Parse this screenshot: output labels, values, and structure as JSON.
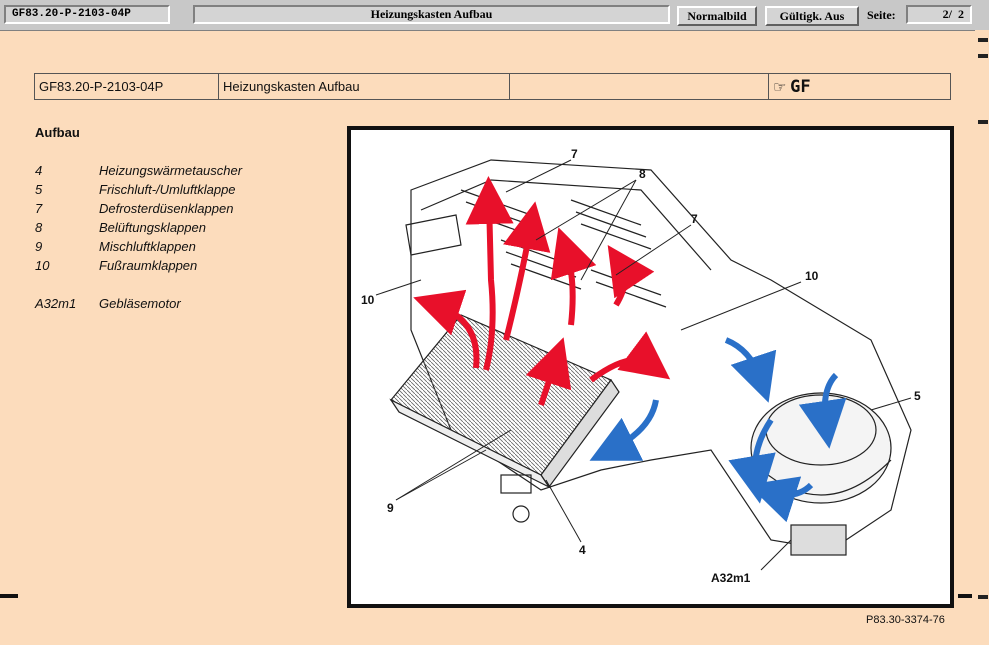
{
  "toolbar": {
    "doc_id": "GF83.20-P-2103-04P",
    "title": "Heizungskasten Aufbau",
    "btn_normal": "Normalbild",
    "btn_valid": "Gültigk. Aus",
    "page_label": "Seite:",
    "page_value": "2/  2"
  },
  "header": {
    "doc_id": "GF83.20-P-2103-04P",
    "title": "Heizungskasten Aufbau",
    "empty": "",
    "gf_label": "GF"
  },
  "section_title": "Aufbau",
  "legend": [
    {
      "num": "4",
      "text": "Heizungswärmetauscher"
    },
    {
      "num": "5",
      "text": "Frischluft-/Umluftklappe"
    },
    {
      "num": "7",
      "text": "Defrosterdüsenklappen"
    },
    {
      "num": "8",
      "text": "Belüftungsklappen"
    },
    {
      "num": "9",
      "text": "Mischluftklappen"
    },
    {
      "num": "10",
      "text": "Fußraumklappen"
    },
    {
      "num": "A32m1",
      "text": "Gebläsemotor"
    }
  ],
  "figure": {
    "labels": {
      "l7a": "7",
      "l8": "8",
      "l7b": "7",
      "l10a": "10",
      "l10b": "10",
      "l5": "5",
      "l9": "9",
      "l4": "4",
      "la32": "A32m1"
    },
    "ref": "P83.30-3374-76",
    "colors": {
      "hot": "#e8102a",
      "cold": "#2a70c8"
    }
  }
}
